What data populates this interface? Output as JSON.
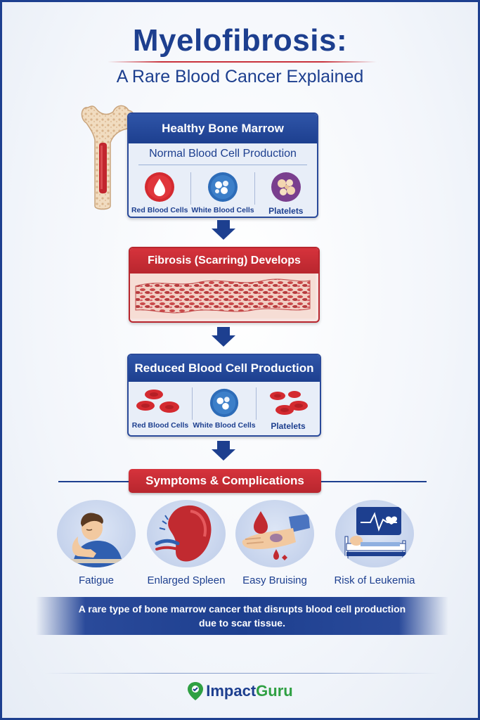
{
  "title": "Myelofibrosis:",
  "subtitle": "A Rare Blood Cancer Explained",
  "healthy": {
    "header": "Healthy Bone Marrow",
    "subheader": "Normal Blood Cell Production",
    "cells": [
      "Red Blood Cells",
      "White Blood Cells",
      "Platelets"
    ]
  },
  "fibrosis": {
    "header": "Fibrosis (Scarring) Develops"
  },
  "reduced": {
    "header": "Reduced Blood Cell Production",
    "cells": [
      "Red Blood Cells",
      "White Blood Cells",
      "Platelets"
    ]
  },
  "symptoms": {
    "header": "Symptoms & Complications",
    "items": [
      {
        "label": "Fatigue",
        "icon": "tired-person-icon"
      },
      {
        "label": "Enlarged Spleen",
        "icon": "spleen-icon"
      },
      {
        "label": "Easy Bruising",
        "icon": "bruised-hand-icon"
      },
      {
        "label": "Risk of Leukemia",
        "icon": "hospital-bed-icon"
      }
    ]
  },
  "note": {
    "line1": "A rare type of bone marrow cancer that disrupts blood cell production",
    "line2": "due to scar tissue."
  },
  "brand": {
    "part1": "Impact",
    "part2": "Guru"
  },
  "colors": {
    "navy": "#1d3f8f",
    "red": "#c8323c",
    "green": "#2fa043"
  }
}
